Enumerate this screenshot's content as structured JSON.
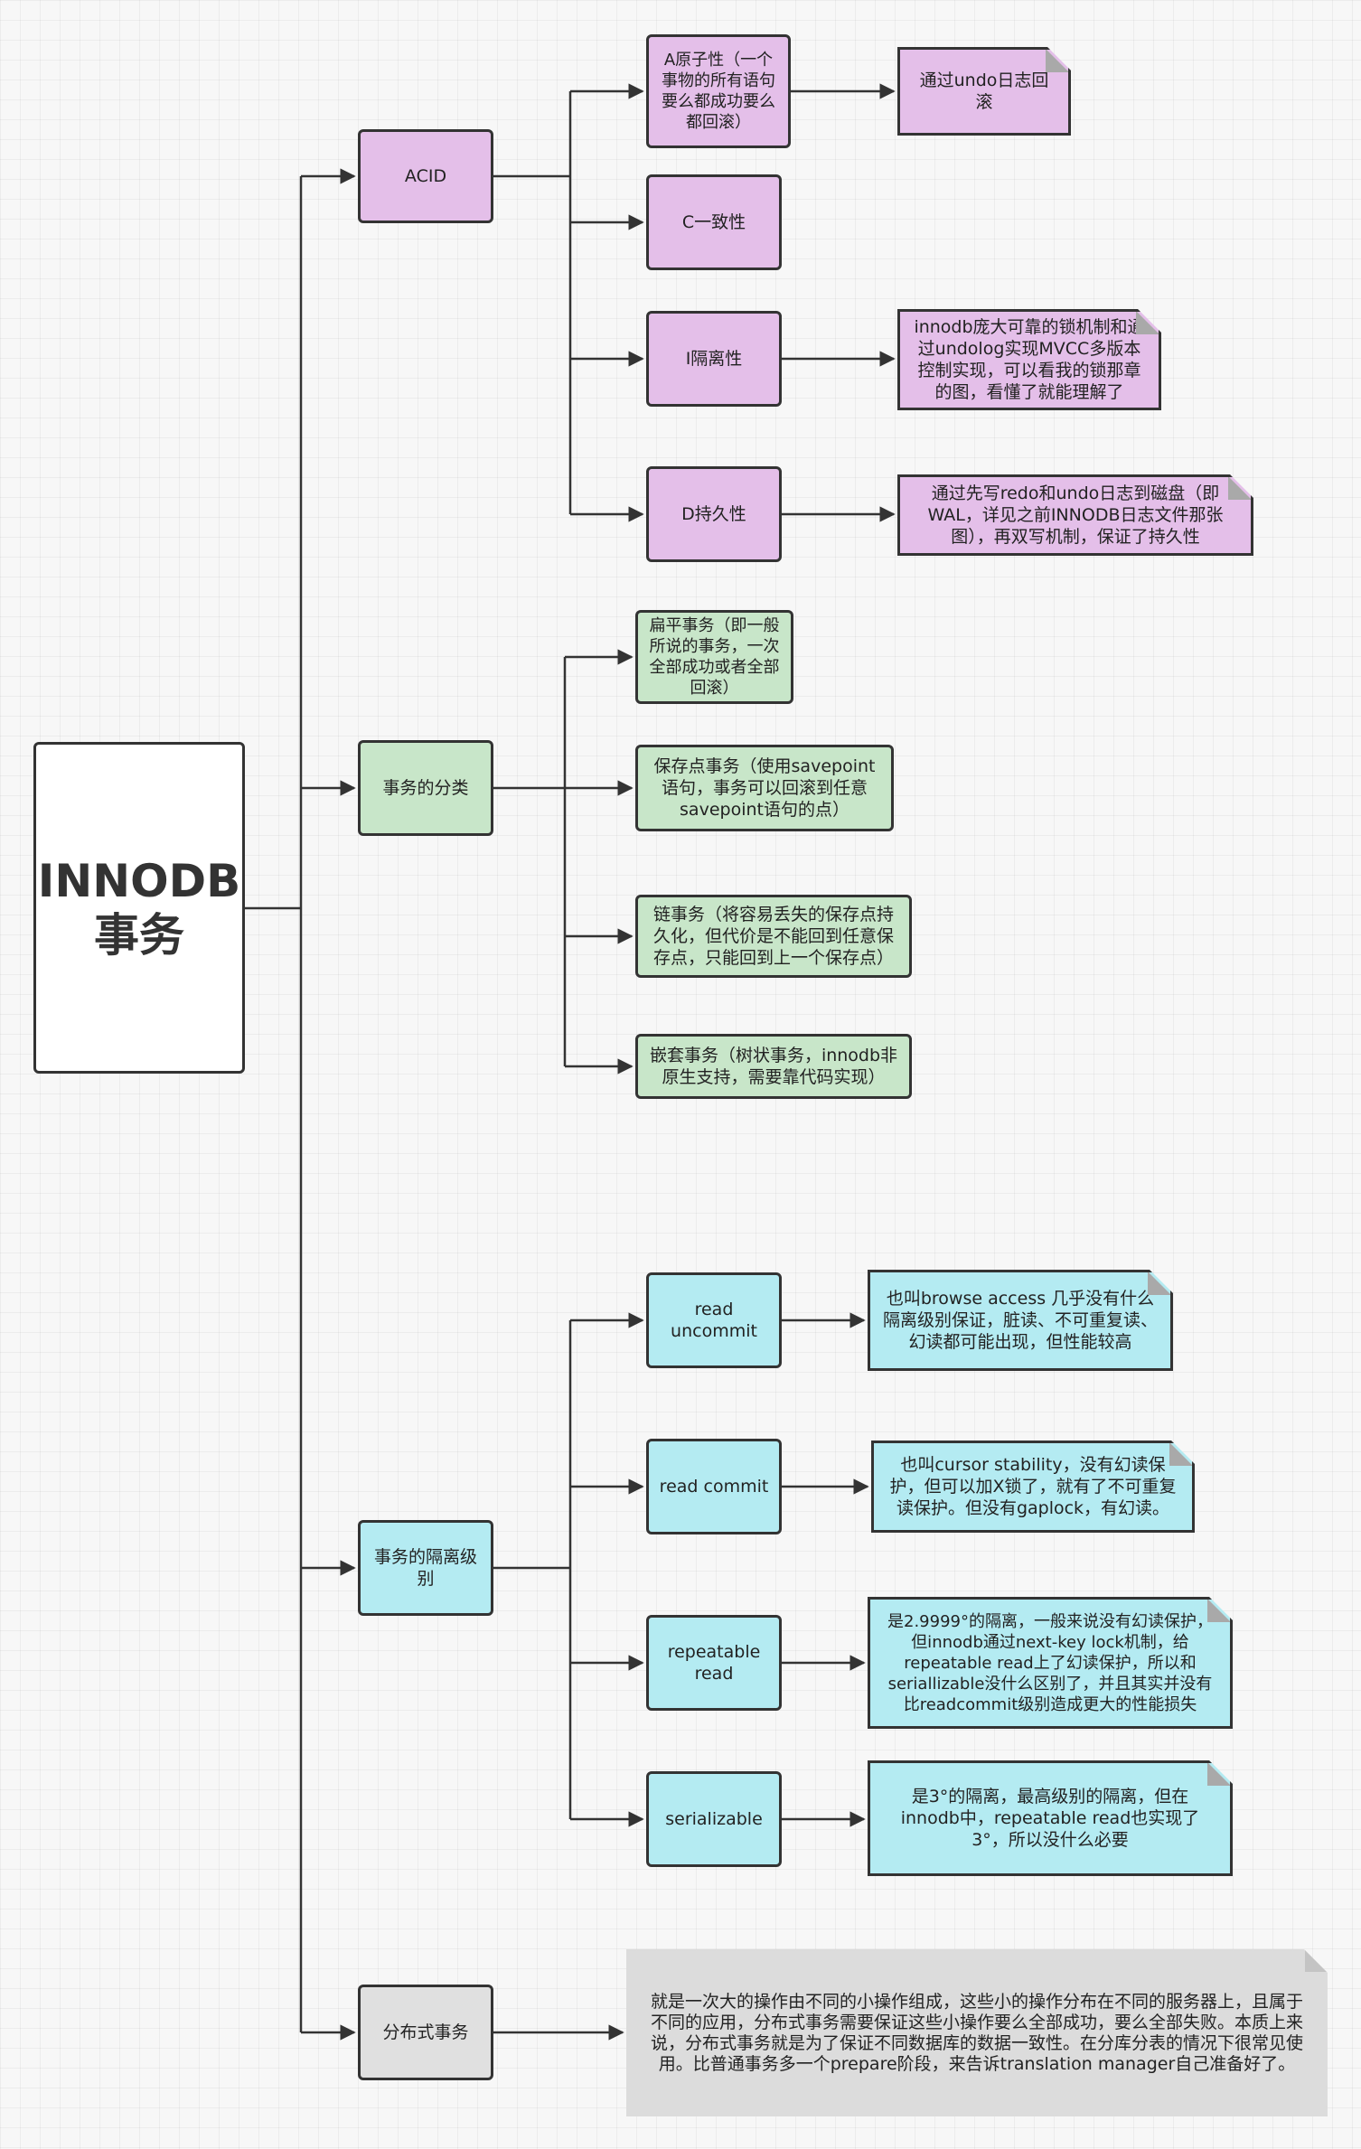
{
  "root": {
    "line1": "INNODB",
    "line2": "事务"
  },
  "categories": [
    {
      "id": "acid",
      "label": "ACID",
      "color": "#e4bfe9",
      "children": [
        {
          "label": "A原子性（一个事物的所有语句要么都成功要么都回滚）",
          "note": "通过undo日志回滚"
        },
        {
          "label": "C一致性"
        },
        {
          "label": "I隔离性",
          "note": "innodb庞大可靠的锁机制和通过undolog实现MVCC多版本控制实现，可以看我的锁那章的图，看懂了就能理解了"
        },
        {
          "label": "D持久性",
          "note": "通过先写redo和undo日志到磁盘（即WAL，详见之前INNODB日志文件那张图），再双写机制，保证了持久性"
        }
      ]
    },
    {
      "id": "types",
      "label": "事务的分类",
      "color": "#c8e6c9",
      "children": [
        {
          "label": "扁平事务（即一般所说的事务，一次全部成功或者全部回滚）"
        },
        {
          "label": "保存点事务（使用savepoint语句，事务可以回滚到任意savepoint语句的点）"
        },
        {
          "label": "链事务（将容易丢失的保存点持久化，但代价是不能回到任意保存点，只能回到上一个保存点）"
        },
        {
          "label": "嵌套事务（树状事务，innodb非原生支持，需要靠代码实现）"
        }
      ]
    },
    {
      "id": "isolation",
      "label": "事务的隔离级别",
      "color": "#b4ebf2",
      "children": [
        {
          "label": "read uncommit",
          "note": "也叫browse access 几乎没有什么隔离级别保证，脏读、不可重复读、幻读都可能出现，但性能较高"
        },
        {
          "label": "read commit",
          "note": "也叫cursor stability，没有幻读保护，但可以加X锁了，就有了不可重复读保护。但没有gaplock，有幻读。"
        },
        {
          "label": "repeatable read",
          "note": "是2.9999°的隔离，一般来说没有幻读保护，但innodb通过next-key lock机制，给repeatable read上了幻读保护，所以和seriallizable没什么区别了，并且其实并没有比readcommit级别造成更大的性能损失"
        },
        {
          "label": "serializable",
          "note": "是3°的隔离，最高级别的隔离，但在innodb中，repeatable read也实现了3°，所以没什么必要"
        }
      ]
    },
    {
      "id": "distributed",
      "label": "分布式事务",
      "color": "#e0e0e0",
      "note": "就是一次大的操作由不同的小操作组成，这些小的操作分布在不同的服务器上，且属于不同的应用，分布式事务需要保证这些小操作要么全部成功，要么全部失败。本质上来说，分布式事务就是为了保证不同数据库的数据一致性。在分库分表的情况下很常见使用。比普通事务多一个prepare阶段，来告诉translation manager自己准备好了。"
    }
  ],
  "colors": {
    "stroke": "#333333",
    "fold": "#a9a9a9",
    "bigNote": "#dcdcdc"
  }
}
